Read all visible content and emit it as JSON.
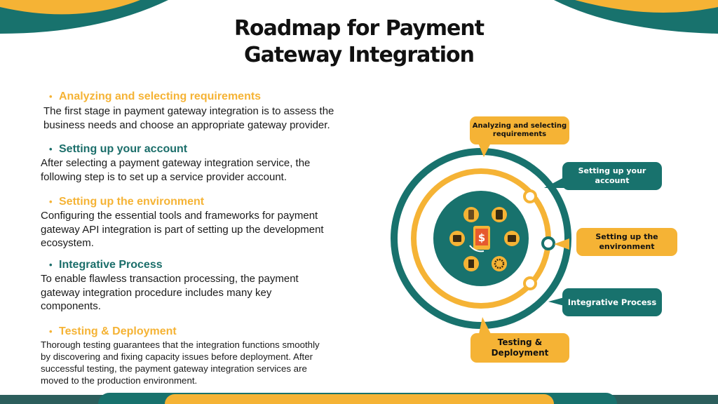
{
  "title": {
    "line1": "Roadmap for Payment",
    "line2": "Gateway Integration"
  },
  "sections": [
    {
      "heading": "Analyzing and selecting requirements",
      "lines": [
        "The first stage in payment gateway integration is to assess the",
        "business needs and choose an appropriate gateway provider."
      ]
    },
    {
      "heading": "Setting up your account",
      "lines": [
        "After selecting a payment gateway integration service, the",
        "following step is to set up a service provider account."
      ]
    },
    {
      "heading": "Setting up the environment",
      "lines": [
        "Configuring the essential tools and frameworks for payment",
        "gateway API integration is part of setting up the development",
        "ecosystem."
      ]
    },
    {
      "heading": "Integrative Process",
      "lines": [
        "To enable flawless transaction processing, the payment",
        "gateway integration procedure includes many key",
        "components."
      ]
    },
    {
      "heading": "Testing & Deployment",
      "lines": [
        "Thorough testing guarantees that the integration functions smoothly",
        "by discovering and fixing capacity issues before deployment. After",
        "successful testing, the payment gateway integration services are",
        "moved to the production environment."
      ]
    }
  ],
  "bullet": "•",
  "diagram": {
    "callouts": [
      {
        "line1": "Analyzing and selecting",
        "line2": "requirements"
      },
      {
        "line1": "Setting up your",
        "line2": "account"
      },
      {
        "line1": "Setting up the",
        "line2": "environment"
      },
      {
        "line1": "Integrative Process",
        "line2": ""
      },
      {
        "line1": "Testing &",
        "line2": "Deployment"
      }
    ],
    "center_icon": "dollar-phone-icon",
    "orbit_icons": [
      "mobile-icon",
      "tablet-icon",
      "card-reader-icon",
      "receipt-icon",
      "settings-gear-icon",
      "wallet-icon"
    ]
  },
  "colors": {
    "teal": "#18726D",
    "orange": "#F5B335",
    "dark_teal": "#2C5E5C"
  }
}
